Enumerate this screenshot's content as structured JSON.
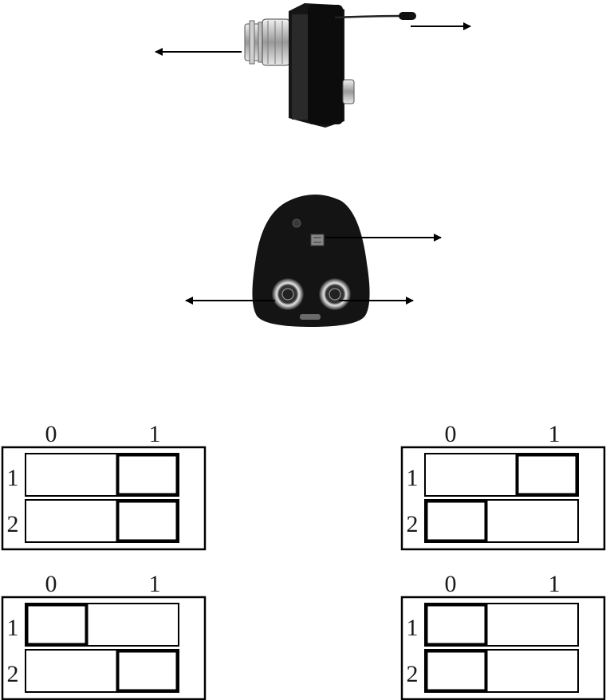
{
  "colors": {
    "ink": "#000000",
    "device": "#141414",
    "metal": "#bdbdbd"
  },
  "device_views": [
    {
      "name": "side-view",
      "icon": "bnc-side-device",
      "arrows": 2
    },
    {
      "name": "back-view",
      "icon": "bnc-back-device",
      "arrows": 3
    }
  ],
  "dip_panels": [
    {
      "col_labels": [
        "0",
        "1"
      ],
      "rows": [
        {
          "label": "1",
          "position": "1"
        },
        {
          "label": "2",
          "position": "1"
        }
      ]
    },
    {
      "col_labels": [
        "0",
        "1"
      ],
      "rows": [
        {
          "label": "1",
          "position": "1"
        },
        {
          "label": "2",
          "position": "0"
        }
      ]
    },
    {
      "col_labels": [
        "0",
        "1"
      ],
      "rows": [
        {
          "label": "1",
          "position": "0"
        },
        {
          "label": "2",
          "position": "1"
        }
      ]
    },
    {
      "col_labels": [
        "0",
        "1"
      ],
      "rows": [
        {
          "label": "1",
          "position": "0"
        },
        {
          "label": "2",
          "position": "0"
        }
      ]
    }
  ]
}
